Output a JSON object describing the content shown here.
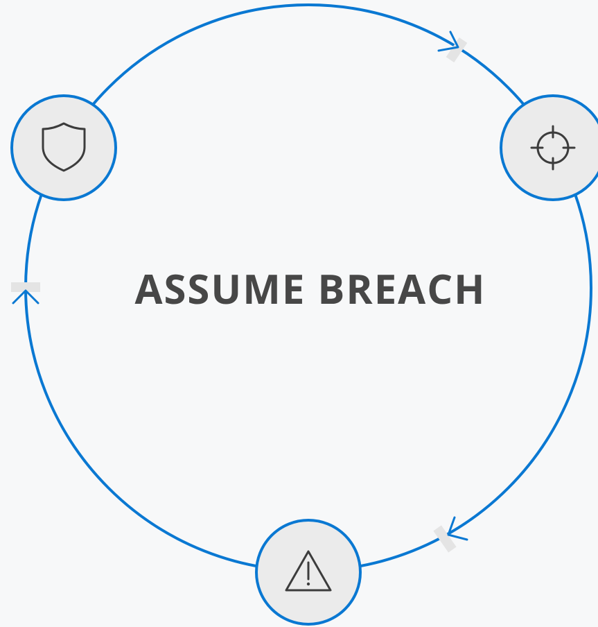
{
  "title": "ASSUME BREACH",
  "colors": {
    "background": "#f7f8f9",
    "ring": "#0a78d2",
    "node_fill": "#ebebeb",
    "icon": "#3c3c3c",
    "title": "#474747",
    "gap_marks": "#e4e4e4"
  },
  "nodes": [
    {
      "name": "protect-node",
      "icon": "shield-icon"
    },
    {
      "name": "detect-node",
      "icon": "crosshair-icon"
    },
    {
      "name": "respond-node",
      "icon": "warning-triangle-icon"
    }
  ],
  "flow_direction": "clockwise"
}
